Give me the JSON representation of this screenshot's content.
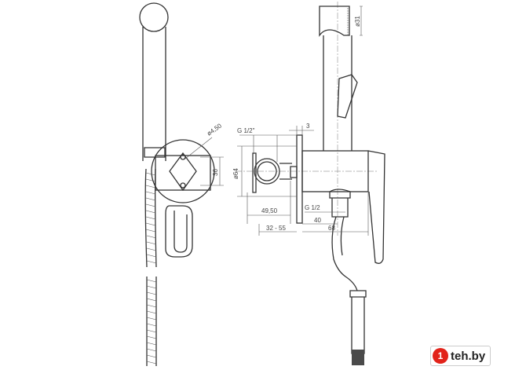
{
  "dimensions": {
    "head_diameter": "ø31",
    "hole_diameter": "ø4,50",
    "hole_spacing": "36",
    "flange_diameter": "ø64",
    "inlet_thread": "G 1/2\"",
    "flange_thickness": "3",
    "handle_depth": "49,50",
    "outlet_thread": "G 1/2",
    "outlet_offset": "40",
    "wall_depth_range": "32 - 55",
    "body_length": "68"
  },
  "watermark": {
    "text": "teh.by",
    "mark": "1"
  }
}
